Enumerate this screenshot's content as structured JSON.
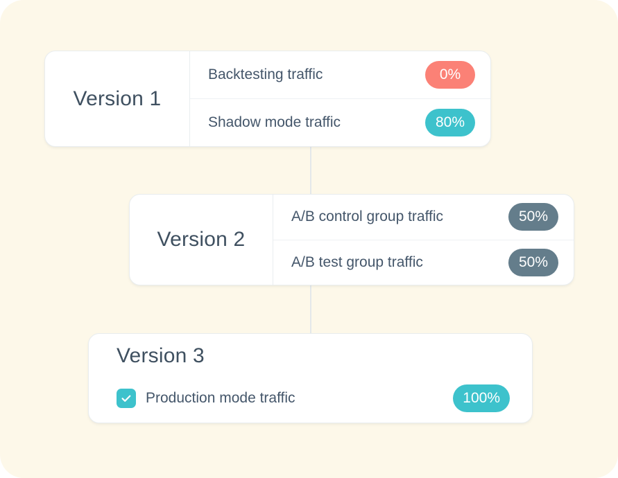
{
  "canvas": {
    "background_color": "#fdf8e9"
  },
  "colors": {
    "card_background": "#ffffff",
    "card_border": "#e9edef",
    "connector": "#e4e8ea",
    "heading_text": "#3f5060",
    "row_text": "#44566a",
    "badge_coral": "#fb8176",
    "badge_teal": "#3dc2cc",
    "badge_slate": "#647d8b",
    "checkbox_fill": "#3dc2cc"
  },
  "diagram": {
    "versions": [
      {
        "id": "version-1",
        "title": "Version 1",
        "rows": [
          {
            "label": "Backtesting traffic",
            "value": "0%",
            "badge_color": "coral"
          },
          {
            "label": "Shadow mode traffic",
            "value": "80%",
            "badge_color": "teal"
          }
        ]
      },
      {
        "id": "version-2",
        "title": "Version 2",
        "rows": [
          {
            "label": "A/B control group traffic",
            "value": "50%",
            "badge_color": "slate"
          },
          {
            "label": "A/B test group traffic",
            "value": "50%",
            "badge_color": "slate"
          }
        ]
      },
      {
        "id": "version-3",
        "title": "Version 3",
        "rows": [
          {
            "label": "Production mode traffic",
            "value": "100%",
            "badge_color": "teal",
            "checked": true,
            "check_icon": "check-icon"
          }
        ]
      }
    ]
  }
}
